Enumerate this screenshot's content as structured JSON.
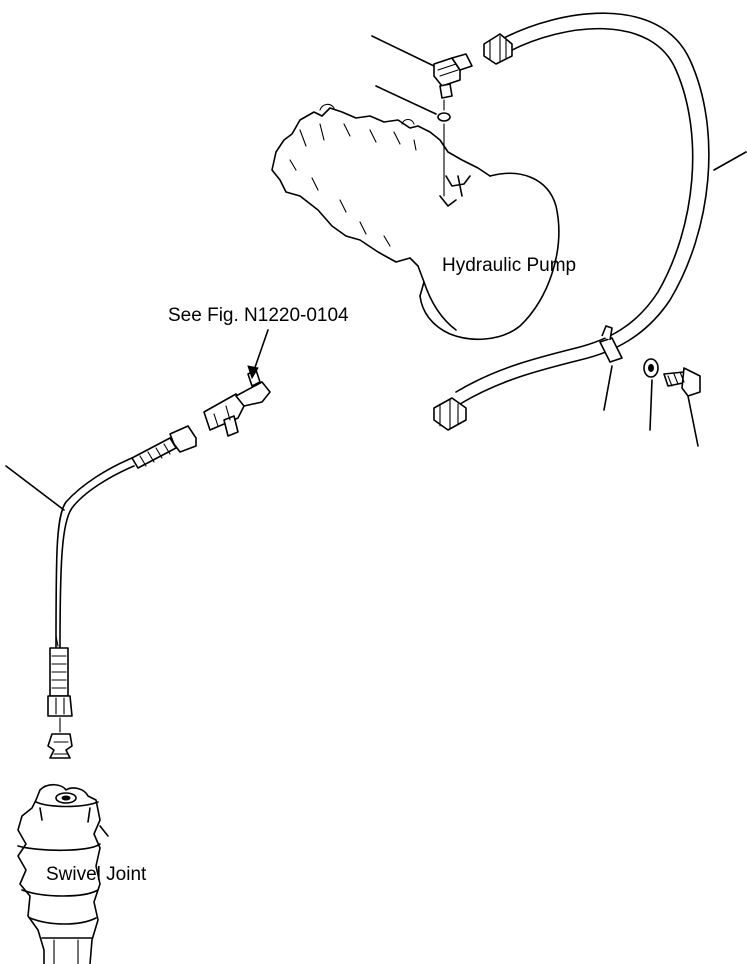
{
  "diagram": {
    "labels": {
      "hydraulic_pump": "Hydraulic Pump",
      "figure_reference": "See Fig. N1220-0104",
      "swivel_joint": "Swivel Joint"
    },
    "colors": {
      "line": "#000000",
      "background": "#ffffff"
    }
  }
}
